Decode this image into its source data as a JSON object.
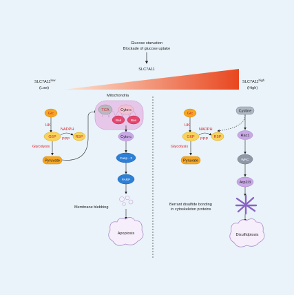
{
  "top": {
    "line1": "Glucose starvation",
    "line2": "Blockade of glucose uptake",
    "center": "SLC7A11"
  },
  "left_label": {
    "name": "SLC7A11",
    "sup": "low",
    "level": "(Low)"
  },
  "right_label": {
    "name": "SLC7A11",
    "sup": "high",
    "level": "(High)"
  },
  "colors": {
    "background": "#e9f3f9",
    "gradient_start": "#fde4d4",
    "gradient_end": "#e8471f",
    "node_orange": "#f5a623",
    "node_yellow": "#f7d35c",
    "node_pink": "#f08ba8",
    "node_purple": "#c9a8e6",
    "node_blue": "#2e7fd6",
    "node_grey": "#b0b8c4",
    "red_text": "#d8232a"
  },
  "left": {
    "mitochondria_title": "Mitochondria",
    "glc": "Glc",
    "hk": "HK",
    "g6p": "G6P",
    "nadph": "NADPH",
    "ppp": "PPP",
    "r5p": "R5P",
    "glycolysis": "Glycolysis",
    "pyruvate": "Pyruvate",
    "tca": "TCA",
    "cyto_c_mito": "Cyto c",
    "bak": "Bak",
    "bax": "Bax",
    "cyto_c": "Cyto c",
    "casp3": "Casp - 3",
    "parp": "PARP",
    "blebbing": "Membrane blebbing",
    "apoptosis": "Apoptosis"
  },
  "right": {
    "glc": "Glc",
    "hk": "HK",
    "g6p": "G6P",
    "nadph": "NADPH",
    "ppp": "PPP",
    "r5p": "R5P",
    "glycolysis": "Glycolysis",
    "pyruvate": "Pyruvate",
    "cystine": "Cystine",
    "rac1": "Rac1",
    "wrc": "WRC",
    "arp23": "Arp2/3",
    "bonding_line1": "Berrant disulfide bonding",
    "bonding_line2": "in cytoskeleton proteins",
    "disulfidptosis": "Disulfidptosis"
  }
}
